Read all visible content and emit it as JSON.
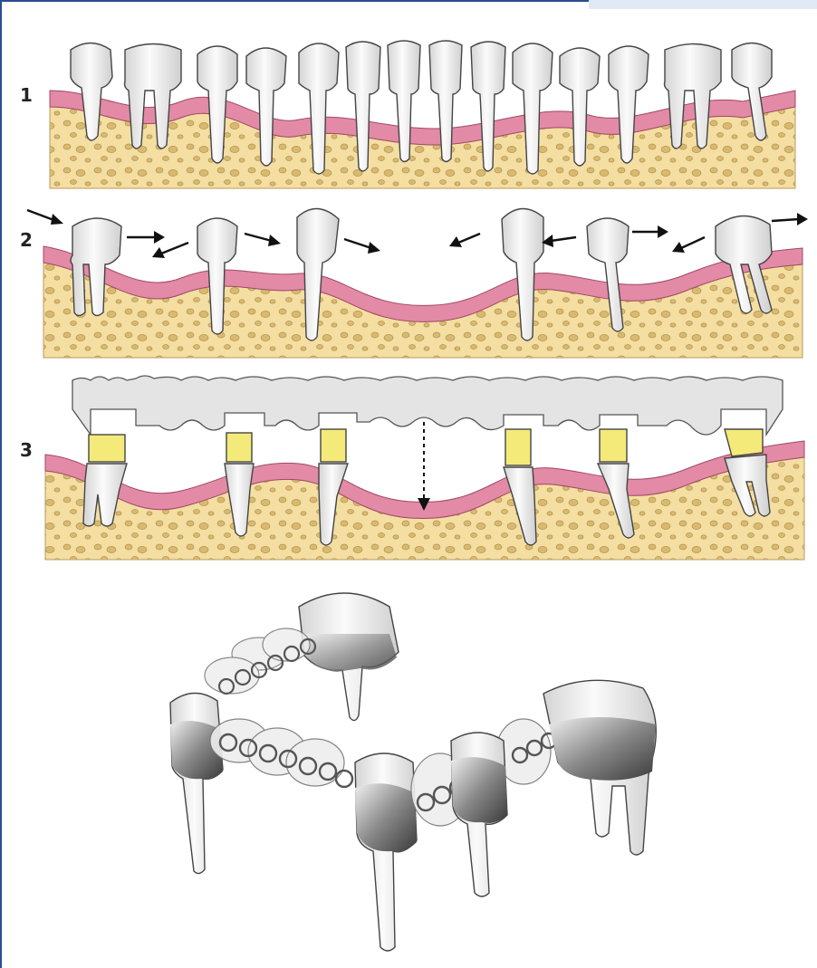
{
  "figure": {
    "panels": [
      {
        "label": "1"
      },
      {
        "label": "2"
      },
      {
        "label": "3"
      }
    ],
    "colors": {
      "bone": "#f4dea2",
      "bone_pore": "#d6b56a",
      "gingiva": "#e28aa6",
      "gingiva_inner": "#f3c4d2",
      "tooth": "#f2f2f2",
      "tooth_outline": "#444444",
      "filling": "#f4ea7a",
      "bridge": "#e4e4e4",
      "frame_border": "#2a4d8f",
      "tab_accent": "#dfeaf6"
    },
    "icons": [
      "tooth-icon",
      "arrow-icon",
      "bridge-icon",
      "dotted-arrow-icon",
      "splint-model-icon"
    ]
  }
}
